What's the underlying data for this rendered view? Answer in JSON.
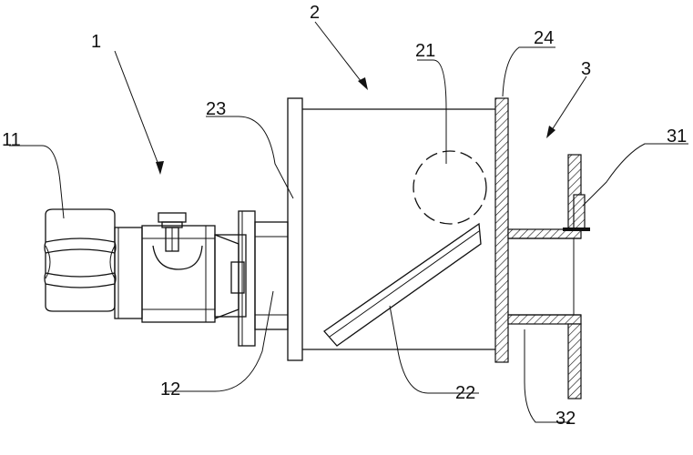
{
  "labels": {
    "l1": "1",
    "l11": "11",
    "l12": "12",
    "l2": "2",
    "l21": "21",
    "l22": "22",
    "l23": "23",
    "l24": "24",
    "l3": "3",
    "l31": "31",
    "l32": "32"
  },
  "colors": {
    "line": "#111111",
    "background": "#ffffff"
  }
}
